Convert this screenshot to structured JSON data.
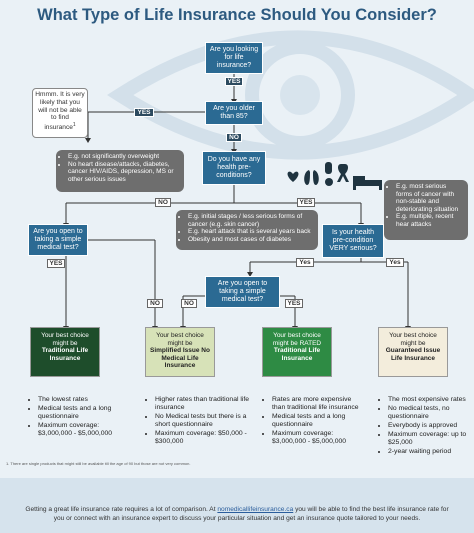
{
  "title": "What Type of Life Insurance Should You Consider?",
  "q_looking": "Are you looking for life insurance?",
  "q_older85": "Are you older than 85?",
  "q_health": "Do you have any health pre-conditions?",
  "q_simple1": "Are you open to taking a simple medical test?",
  "q_veryserious": "Is your health pre-condition VERY serious?",
  "q_simple2": "Are you open to taking a simple medical test?",
  "yes": "YES",
  "no": "NO",
  "yes_mixed": "Yes",
  "hmmm": "Hmmm. It is very likely that you will not be able to find insurance",
  "hmmm_mark": "1",
  "bubble_serious": [
    "E.g. not significantly overweight",
    "No heart disease/attacks, diabetes, cancer HIV/AIDS, depression, MS or other serious issues"
  ],
  "bubble_less": [
    "E.g. initial stages / less serious forms of cancer (e.g. skin cancer)",
    "E.g. heart attack that is several years back",
    "Obesity and most cases of diabetes"
  ],
  "bubble_most": [
    "E.g. most serious forms of cancer with non-stable and deteriorating situation",
    "E.g. multiple, recent hear attacks"
  ],
  "choice1": {
    "pre": "Your best choice might be",
    "strong": "Traditional Life Insurance"
  },
  "choice2": {
    "pre": "Your best choice might be",
    "strong": "Simplified Issue No Medical Life Insurance"
  },
  "choice3": {
    "pre": "Your best choice might be RATED",
    "strong": "Traditional Life Insurance"
  },
  "choice4": {
    "pre": "Your best choice might be",
    "strong": "Guaranteed Issue Life Insurance"
  },
  "list1": [
    "The lowest rates",
    "Medical tests and a long questionnaire",
    "Maximum coverage: $3,000,000 - $5,000,000"
  ],
  "list2": [
    "Higher rates than traditional life insurance",
    "No Medical tests but there is a short questionnaire",
    "Maximum coverage: $50,000 - $300,000"
  ],
  "list3": [
    "Rates are more expensive than traditional life insurance",
    "Medical tests and a long questionnaire",
    "Maximum coverage: $3,000,000 - $5,000,000"
  ],
  "list4": [
    "The most expensive rates",
    "No medical tests, no questionnaire",
    "Everybody is approved",
    "Maximum coverage: up to $25,000",
    "2-year waiting period"
  ],
  "footnote": "1. There are single products that might still be available till the age of 90 but those are not very common.",
  "footer_pre": "Getting a great life insurance rate requires a lot of comparison. At ",
  "footer_link": "nomedicallifeinsurance.ca",
  "footer_post": " you will be able to find the best life insurance rate for you or connect with an insurance expert to discuss your particular situation and get an insurance quote tailored to your needs.",
  "colors": {
    "title": "#2d5a80",
    "question": "#2b6a93",
    "tag": "#2c4a5f",
    "bubble": "#6e6e6e",
    "choice1": "#1e4d2b",
    "choice2": "#d7e2b8",
    "choice3": "#2e8b44",
    "choice4": "#f3eddc"
  },
  "icons": [
    "heart-icon",
    "lungs-icon",
    "medicine-icon",
    "person-icon",
    "ribbon-icon",
    "bed-icon"
  ]
}
